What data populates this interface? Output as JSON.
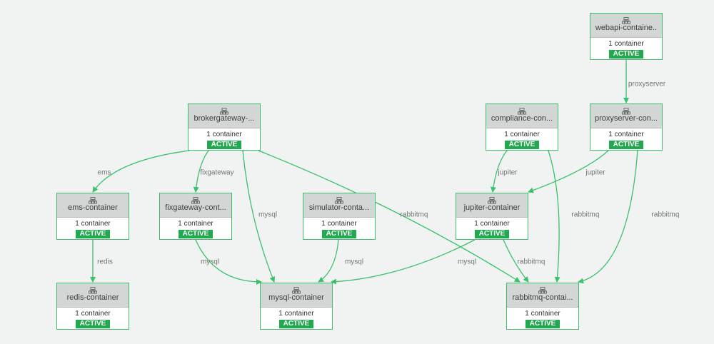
{
  "colors": {
    "edge": "#3ac16a",
    "status": "#22a94f",
    "header": "#d2d6d5"
  },
  "nodes": [
    {
      "id": "webapi",
      "name": "webapi-containe..",
      "count": "1 container",
      "status": "ACTIVE",
      "icon": "container-icon"
    },
    {
      "id": "broker",
      "name": "brokergateway-...",
      "count": "1 container",
      "status": "ACTIVE",
      "icon": "container-icon"
    },
    {
      "id": "compliance",
      "name": "compliance-con...",
      "count": "1 container",
      "status": "ACTIVE",
      "icon": "container-icon"
    },
    {
      "id": "proxy",
      "name": "proxyserver-con...",
      "count": "1 container",
      "status": "ACTIVE",
      "icon": "container-icon"
    },
    {
      "id": "ems",
      "name": "ems-container",
      "count": "1 container",
      "status": "ACTIVE",
      "icon": "container-icon"
    },
    {
      "id": "fixgw",
      "name": "fixgateway-cont...",
      "count": "1 container",
      "status": "ACTIVE",
      "icon": "container-icon"
    },
    {
      "id": "simulator",
      "name": "simulator-conta...",
      "count": "1 container",
      "status": "ACTIVE",
      "icon": "container-icon"
    },
    {
      "id": "jupiter",
      "name": "jupiter-container",
      "count": "1 container",
      "status": "ACTIVE",
      "icon": "container-icon"
    },
    {
      "id": "redis",
      "name": "redis-container",
      "count": "1 container",
      "status": "ACTIVE",
      "icon": "container-icon"
    },
    {
      "id": "mysql",
      "name": "mysql-container",
      "count": "1 container",
      "status": "ACTIVE",
      "icon": "container-icon"
    },
    {
      "id": "rabbitmq",
      "name": "rabbitmq-contai...",
      "count": "1 container",
      "status": "ACTIVE",
      "icon": "container-icon"
    }
  ],
  "edges": [
    {
      "from": "webapi",
      "to": "proxy",
      "label": "proxyserver"
    },
    {
      "from": "broker",
      "to": "ems",
      "label": "ems"
    },
    {
      "from": "broker",
      "to": "fixgw",
      "label": "fixgateway"
    },
    {
      "from": "broker",
      "to": "mysql",
      "label": "mysql"
    },
    {
      "from": "broker",
      "to": "rabbitmq",
      "label": "rabbitmq"
    },
    {
      "from": "compliance",
      "to": "jupiter",
      "label": "jupiter"
    },
    {
      "from": "compliance",
      "to": "rabbitmq",
      "label": "rabbitmq"
    },
    {
      "from": "proxy",
      "to": "jupiter",
      "label": "jupiter"
    },
    {
      "from": "proxy",
      "to": "rabbitmq",
      "label": "rabbitmq"
    },
    {
      "from": "ems",
      "to": "redis",
      "label": "redis"
    },
    {
      "from": "fixgw",
      "to": "mysql",
      "label": "mysql"
    },
    {
      "from": "simulator",
      "to": "mysql",
      "label": "mysql"
    },
    {
      "from": "jupiter",
      "to": "mysql",
      "label": "mysql"
    },
    {
      "from": "jupiter",
      "to": "rabbitmq",
      "label": "rabbitmq"
    }
  ]
}
